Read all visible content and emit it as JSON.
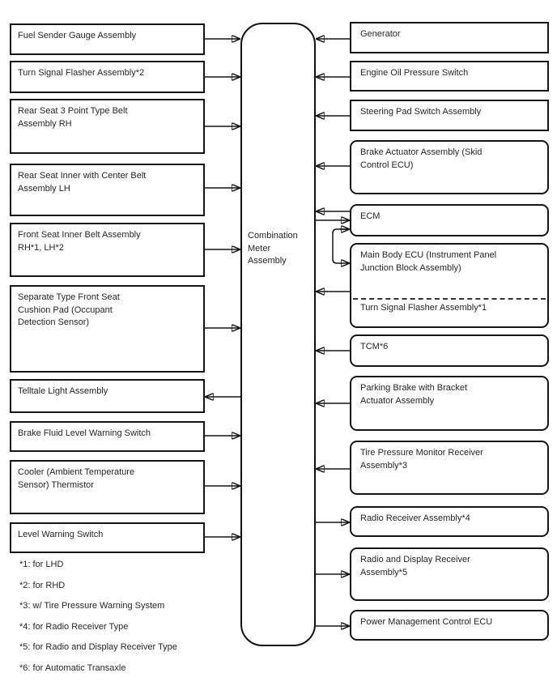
{
  "diagram": {
    "center": {
      "label": "Combination\nMeter\nAssembly"
    },
    "left": [
      {
        "label": "Fuel Sender Gauge Assembly"
      },
      {
        "label": "Turn Signal Flasher Assembly*2"
      },
      {
        "label": "Rear Seat 3 Point Type Belt\nAssembly RH"
      },
      {
        "label": "Rear Seat Inner with Center Belt\nAssembly LH"
      },
      {
        "label": "Front Seat Inner Belt Assembly\nRH*1, LH*2"
      },
      {
        "label": "Separate Type Front Seat\nCushion Pad (Occupant\nDetection Sensor)"
      },
      {
        "label": "Telltale Light Assembly"
      },
      {
        "label": "Brake Fluid Level Warning Switch"
      },
      {
        "label": "Cooler (Ambient Temperature\nSensor) Thermistor"
      },
      {
        "label": "Level Warning Switch"
      }
    ],
    "right": [
      {
        "label": "Generator"
      },
      {
        "label": "Engine Oil Pressure Switch"
      },
      {
        "label": "Steering Pad Switch Assembly"
      },
      {
        "label": "Brake Actuator Assembly (Skid\nControl ECU)"
      },
      {
        "label": "ECM"
      },
      {
        "label": "Main Body ECU (Instrument Panel\nJunction Block Assembly)",
        "sub_label": "Turn Signal Flasher Assembly*1"
      },
      {
        "label": "TCM*6"
      },
      {
        "label": "Parking Brake with Bracket\nActuator Assembly"
      },
      {
        "label": "Tire Pressure Monitor Receiver\nAssembly*3"
      },
      {
        "label": "Radio Receiver Assembly*4"
      },
      {
        "label": "Radio and Display Receiver\nAssembly*5"
      },
      {
        "label": "Power Management Control ECU"
      }
    ],
    "footnotes": [
      "*1: for LHD",
      "*2: for RHD",
      "*3: w/ Tire Pressure Warning System",
      "*4: for Radio Receiver Type",
      "*5: for Radio and Display Receiver Type",
      "*6: for Automatic Transaxle"
    ],
    "colors": {
      "line": "#151515",
      "box_bg": "#ffffff",
      "text": "#262626"
    }
  }
}
